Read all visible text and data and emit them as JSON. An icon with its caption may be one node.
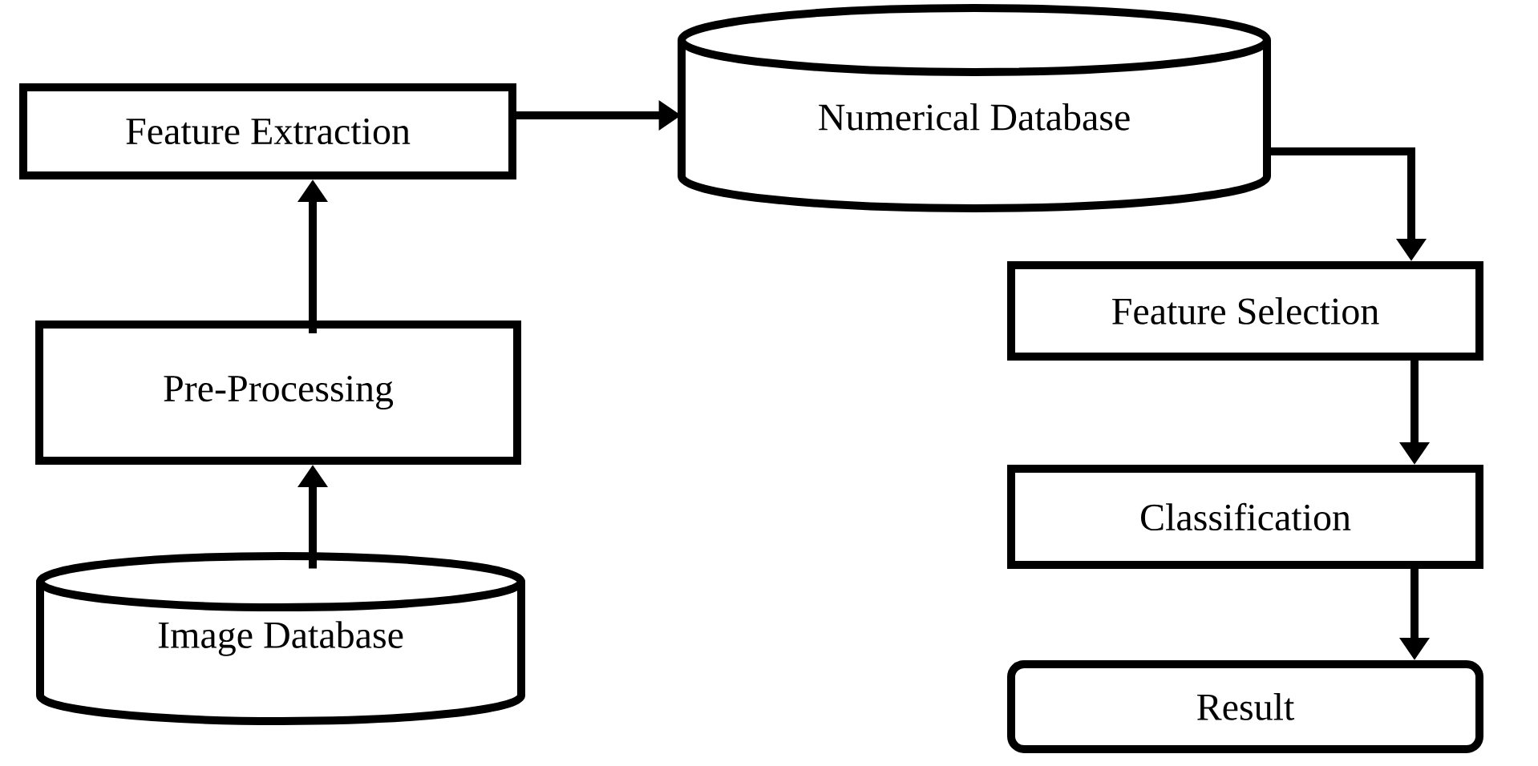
{
  "diagram": {
    "nodes": [
      {
        "text": [
          "Image Database"
        ]
      },
      {
        "text": [
          "Pre-Processing"
        ]
      },
      {
        "text": [
          "Feature Extraction"
        ]
      },
      {
        "text": [
          "Numerical Database"
        ]
      },
      {
        "text": [
          "Feature Selection"
        ]
      },
      {
        "text": [
          "Classification"
        ]
      },
      {
        "text": [
          "Result"
        ]
      }
    ],
    "edges": [
      {
        "from": 0,
        "to": 1,
        "arrow": "to"
      },
      {
        "from": 1,
        "to": 2,
        "arrow": "to"
      },
      {
        "from": 2,
        "to": 3,
        "arrow": "to"
      },
      {
        "from": 3,
        "to": 4,
        "arrow": "to"
      },
      {
        "from": 4,
        "to": 5,
        "arrow": "to"
      },
      {
        "from": 5,
        "to": 6,
        "arrow": "to"
      }
    ]
  }
}
